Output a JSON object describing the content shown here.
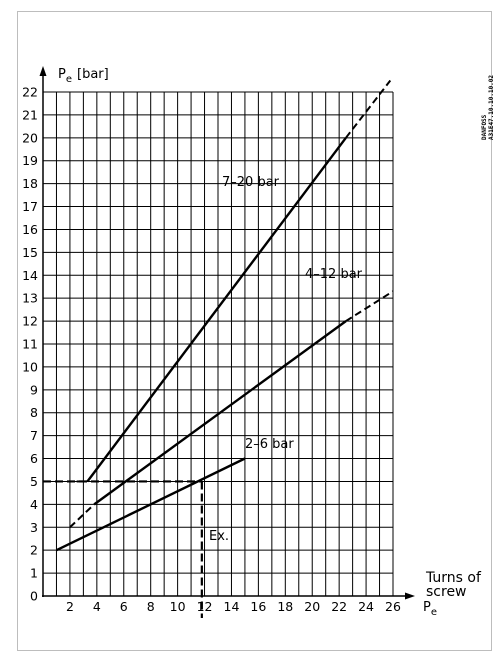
{
  "chart_data": {
    "type": "line",
    "title": "",
    "ylabel": "P",
    "ylabel_sub": "e",
    "ylabel_unit": "[bar]",
    "xlabel_line1": "Turns of",
    "xlabel_line2": "screw",
    "xlabel_p": "P",
    "xlabel_p_sub": "e",
    "xlim": [
      0,
      26
    ],
    "ylim": [
      0,
      22
    ],
    "grid": true,
    "x_ticks": [
      "2",
      "4",
      "6",
      "8",
      "10",
      "12",
      "14",
      "16",
      "18",
      "20",
      "22",
      "24",
      "26"
    ],
    "y_ticks": [
      "0",
      "1",
      "2",
      "3",
      "4",
      "5",
      "6",
      "7",
      "8",
      "9",
      "10",
      "11",
      "12",
      "13",
      "14",
      "15",
      "16",
      "17",
      "18",
      "19",
      "20",
      "21",
      "22"
    ],
    "series": [
      {
        "name": "7–20 bar",
        "solid": [
          [
            3.3,
            5.0
          ],
          [
            22.5,
            20.0
          ]
        ],
        "dashed": [
          [
            2.5,
            5.0
          ],
          [
            3.3,
            5.0
          ],
          [
            22.5,
            20.0
          ],
          [
            25.8,
            22.5
          ]
        ]
      },
      {
        "name": "4–12 bar",
        "solid": [
          [
            3.8,
            4.0
          ],
          [
            22.5,
            12.0
          ]
        ],
        "dashed": [
          [
            2.0,
            3.0
          ],
          [
            3.8,
            4.0
          ],
          [
            22.5,
            12.0
          ],
          [
            26.0,
            13.3
          ]
        ]
      },
      {
        "name": "2–6 bar",
        "solid": [
          [
            1.0,
            2.0
          ],
          [
            15.0,
            6.0
          ]
        ],
        "dashed": []
      }
    ],
    "example": {
      "label": "Ex.",
      "x": 11.8,
      "y": 5.0
    },
    "stamp_line1": "DANFOSS",
    "stamp_line2": "A31E47.10.10.10.02"
  }
}
